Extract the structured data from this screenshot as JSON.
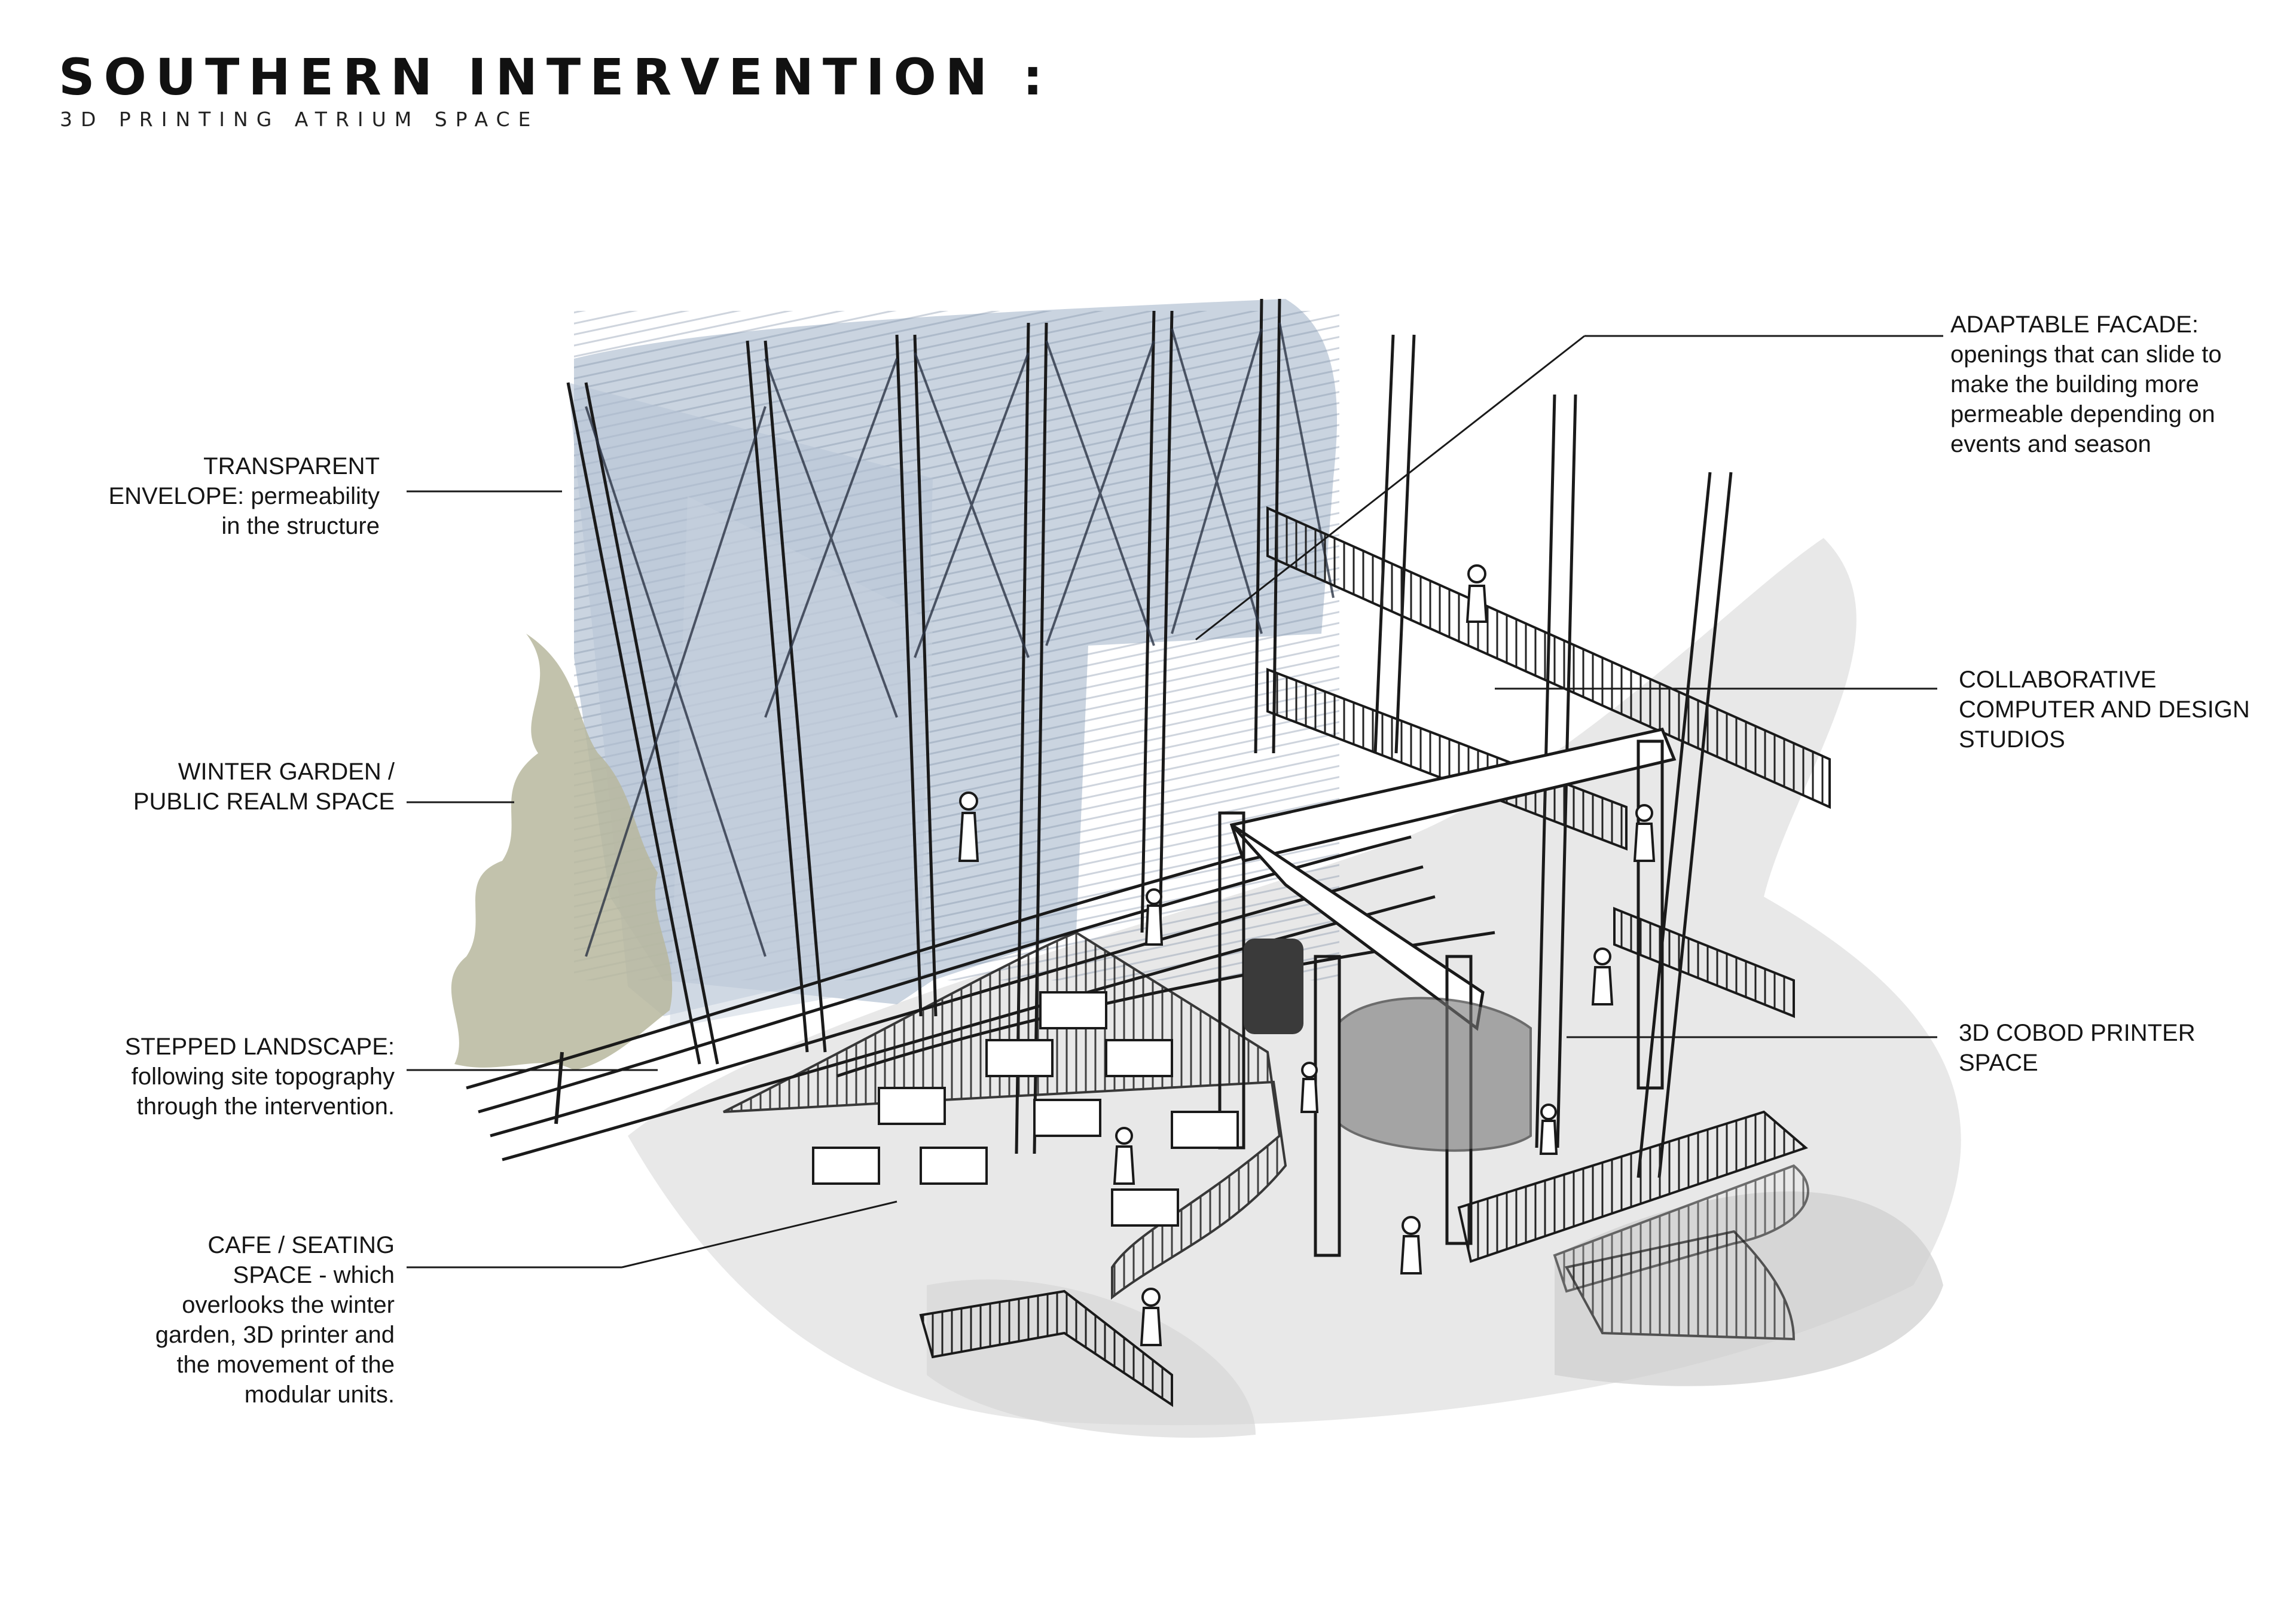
{
  "header": {
    "title": "SOUTHERN INTERVENTION :",
    "subtitle": "3D PRINTING ATRIUM SPACE"
  },
  "labels": {
    "transparent_envelope": [
      "TRANSPARENT",
      "ENVELOPE: permeability",
      "in the structure"
    ],
    "winter_garden": [
      "WINTER GARDEN /",
      "PUBLIC REALM SPACE"
    ],
    "stepped_landscape": [
      "STEPPED LANDSCAPE:",
      "following site topography",
      "through the intervention."
    ],
    "cafe_seating": [
      "CAFE / SEATING",
      "SPACE  - which",
      "overlooks the winter",
      "garden, 3D printer and",
      "the movement of the",
      "modular units."
    ],
    "adaptable_facade": [
      "ADAPTABLE FACADE:",
      "openings that can slide to",
      "make the building more",
      "permeable depending on",
      "events and season"
    ],
    "collaborative_studios": [
      "COLLABORATIVE",
      "COMPUTER AND DESIGN",
      "STUDIOS"
    ],
    "cobod_printer": [
      "3D COBOD PRINTER",
      "SPACE"
    ]
  },
  "colors": {
    "glass": "#9fb0c7",
    "tree": "#b7b79e",
    "shadow": "#d9d9d9",
    "ink": "#1a1a1a"
  }
}
